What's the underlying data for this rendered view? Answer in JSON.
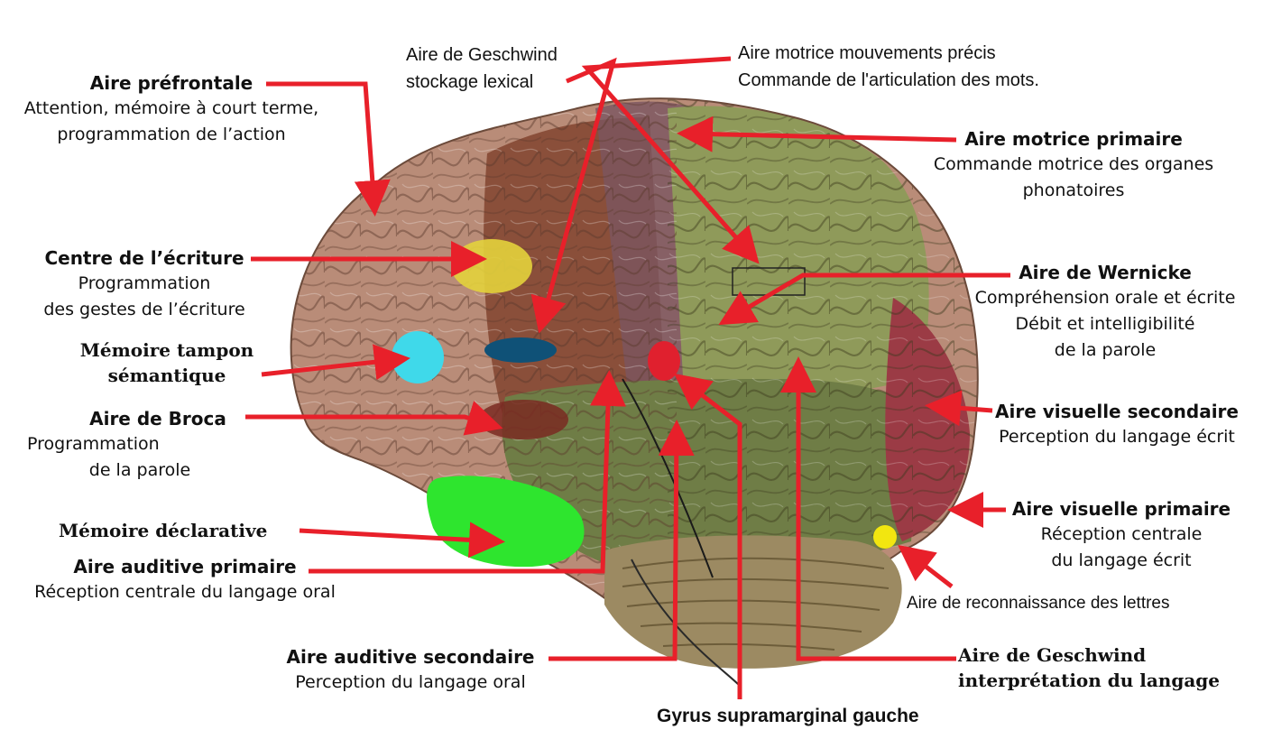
{
  "labels": {
    "prefrontal": {
      "title": "Aire préfrontale",
      "desc": [
        "Attention, mémoire à court terme,",
        "programmation de l’action"
      ]
    },
    "ecriture": {
      "title": "Centre de l’écriture",
      "desc": [
        "Programmation",
        "des gestes de l’écriture"
      ]
    },
    "tampon": {
      "title": [
        "Mémoire tampon",
        "sémantique"
      ]
    },
    "broca": {
      "title": "Aire de Broca",
      "desc": [
        "Programmation",
        "de la parole"
      ]
    },
    "declarative": {
      "title": "Mémoire déclarative"
    },
    "auditive_primaire": {
      "title": "Aire auditive primaire",
      "desc": [
        "Réception centrale du langage oral"
      ]
    },
    "auditive_secondaire": {
      "title": "Aire auditive secondaire",
      "desc": [
        "Perception du langage oral"
      ]
    },
    "geschwind_top": {
      "lines": [
        "Aire de Geschwind",
        "stockage lexical"
      ]
    },
    "motrice_precis": {
      "lines": [
        "Aire motrice mouvements précis",
        "Commande de l'articulation des mots."
      ]
    },
    "motrice_primaire": {
      "title": "Aire motrice primaire",
      "desc": [
        "Commande motrice des organes",
        "phonatoires"
      ]
    },
    "wernicke": {
      "title": "Aire de Wernicke",
      "desc": [
        "Compréhension orale et écrite",
        "Débit et intelligibilité",
        "de la parole"
      ]
    },
    "visuelle_secondaire": {
      "title": "Aire visuelle secondaire",
      "desc": [
        "Perception du langage écrit"
      ]
    },
    "visuelle_primaire": {
      "title": "Aire visuelle primaire",
      "desc": [
        "Réception centrale",
        "du langage écrit"
      ]
    },
    "lettres": {
      "title": "Aire de reconnaissance des lettres"
    },
    "geschwind_bottom": {
      "title": [
        "Aire de Geschwind",
        "interprétation du langage"
      ]
    },
    "gyrus": {
      "title": "Gyrus supramarginal gauche"
    }
  },
  "colors": {
    "arrow": "#e8202a",
    "frontal": "#b98c78",
    "frontal_dark": "#8a4f3a",
    "temporal": "#6f7d46",
    "parietal": "#8f9a5a",
    "occipital": "#9b3b45",
    "cerebellum": "#9c8a62",
    "writing_center": "#e3d23c",
    "semantic_buffer": "#3fd9ea",
    "declarative_memory": "#2ee52e",
    "geschwind_lexical": "#0f5177",
    "supramarginal": "#e0202e",
    "letter_recognition": "#f2e610"
  }
}
